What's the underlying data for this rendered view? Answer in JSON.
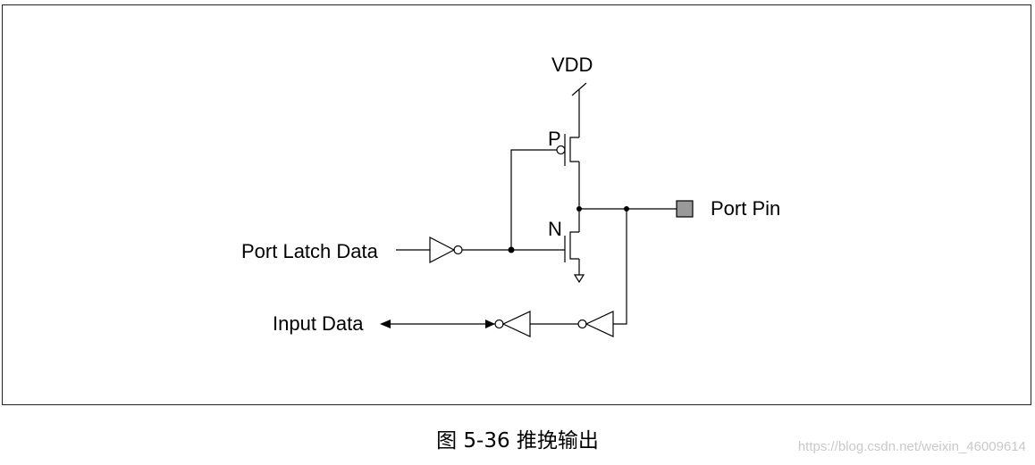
{
  "diagram": {
    "labels": {
      "vdd": "VDD",
      "p": "P",
      "n": "N",
      "port_pin": "Port Pin",
      "port_latch_data": "Port Latch Data",
      "input_data": "Input Data"
    }
  },
  "caption": "图 5-36 推挽输出",
  "watermark": "https://blog.csdn.net/weixin_46009614",
  "colors": {
    "line": "#000000",
    "pin_fill": "#999999",
    "frame": "#222222"
  }
}
